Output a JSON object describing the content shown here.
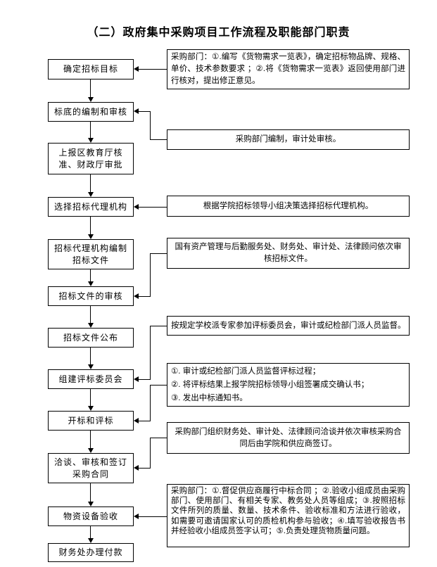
{
  "title": "（二）政府集中采购项目工作流程及职能部门职责",
  "colors": {
    "ink": "#000000",
    "background": "#ffffff"
  },
  "flow": {
    "steps": [
      {
        "label": "确定招标目标"
      },
      {
        "label": "标底的编制和审核"
      },
      {
        "label": "上报区教育厅核准、财政厅审批"
      },
      {
        "label": "选择招标代理机构"
      },
      {
        "label": "招标代理机构编制招标文件"
      },
      {
        "label": "招标文件的审核"
      },
      {
        "label": "招标文件公布"
      },
      {
        "label": "组建评标委员会"
      },
      {
        "label": "开标和评标"
      },
      {
        "label": "洽谈、审核和签订采购合同"
      },
      {
        "label": "物资设备验收"
      },
      {
        "label": "财务处办理付款"
      }
    ],
    "notes": [
      {
        "text": "采购部门：①.编写《货物需求一览表》，确定招标物品牌、规格、单价、技术参数要求 ；②.将《货物需求一览表》返回使用部门进行核对，提出修正意见。"
      },
      {
        "text": "采购部门编制，审计处审核。"
      },
      {
        "text": "根据学院招标领导小组决策选择招标代理机构。"
      },
      {
        "text": "国有资产管理与后勤服务处、财务处、审计处、法律顾问依次审核招标文件。"
      },
      {
        "text": "按规定学校派专家参加评标委员会，审计或纪检部门派人员监督。"
      },
      {
        "text": "①. 审计或纪检部门派人员监督评标过程；\n②. 将评标结果上报学院招标领导小组签署成交确认书；\n③. 发出中标通知书。"
      },
      {
        "text": "采购部门组织财务处、审计处、法律顾问洽谈并依次审核采购合同后由学院和供应商签订。"
      },
      {
        "text": "采购部门：①.督促供应商履行中标合同 ；②.验收小组成员由采购部门、使用部门、有相关专家、教务处人员等组成；③.按照招标文件所列的质量、数量、技术条件、验收标准和方法进行验收，如需要可邀请国家认可的质检机构参与验收；④.填写验收报告书并经验收小组成员签字认可；⑤.负责处理货物质量问题。"
      }
    ]
  }
}
